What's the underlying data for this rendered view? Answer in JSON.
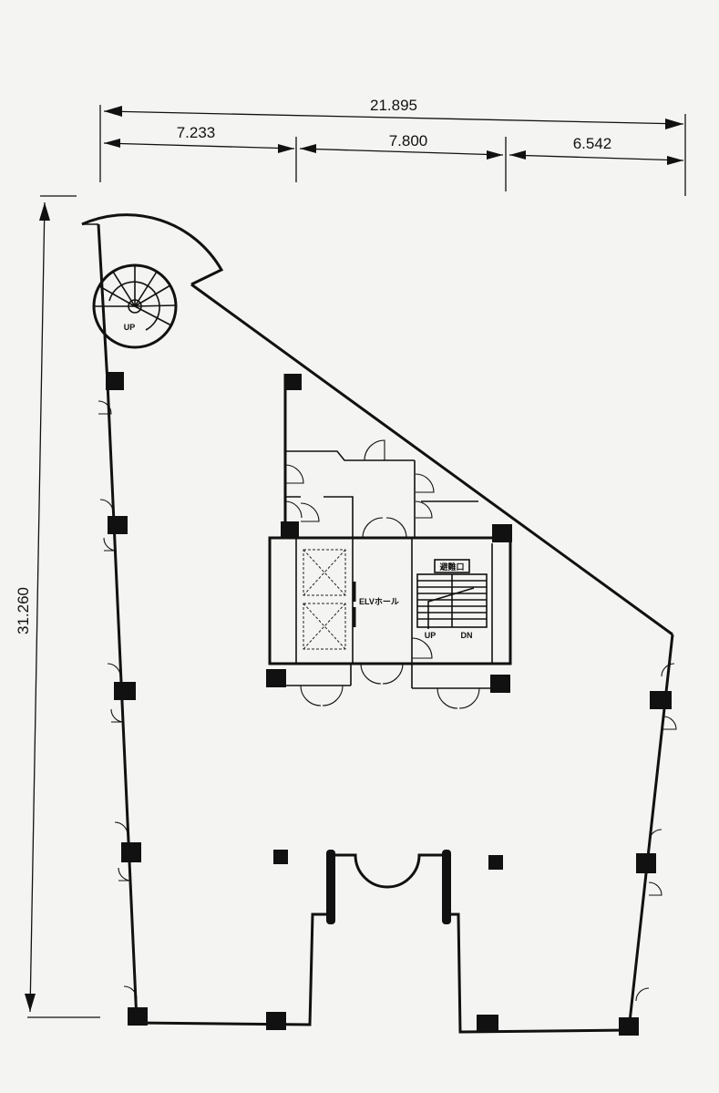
{
  "dimensions": {
    "overall_width": "21.895",
    "segment_1": "7.233",
    "segment_2": "7.800",
    "segment_3": "6.542",
    "overall_depth": "31.260"
  },
  "labels": {
    "spiral_stair_up": "UP",
    "elevator_hall": "ELVホール",
    "stair_sign": "避難口",
    "core_stair_up": "UP",
    "core_stair_down": "DN"
  },
  "colors": {
    "paper": "#f4f4f2",
    "ink": "#111111"
  }
}
